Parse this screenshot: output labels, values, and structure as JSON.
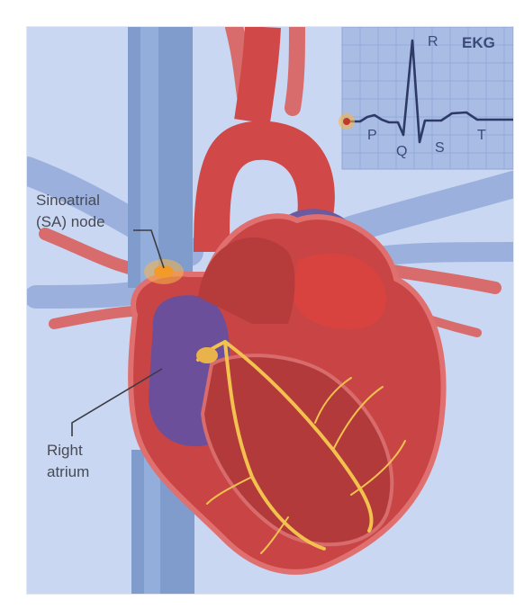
{
  "labels": {
    "sa_node_line1": "Sinoatrial",
    "sa_node_line2": "(SA) node",
    "right_atrium_line1": "Right",
    "right_atrium_line2": "atrium"
  },
  "ekg": {
    "title": "EKG",
    "waves": {
      "P": "P",
      "Q": "Q",
      "R": "R",
      "S": "S",
      "T": "T"
    }
  },
  "colors": {
    "background": "#c9d7f2",
    "vein_blue": "#7f9ccd",
    "heart_red": "#d04848",
    "conduction_yellow": "#f2c14e",
    "ekg_panel": "#a9bde4"
  }
}
